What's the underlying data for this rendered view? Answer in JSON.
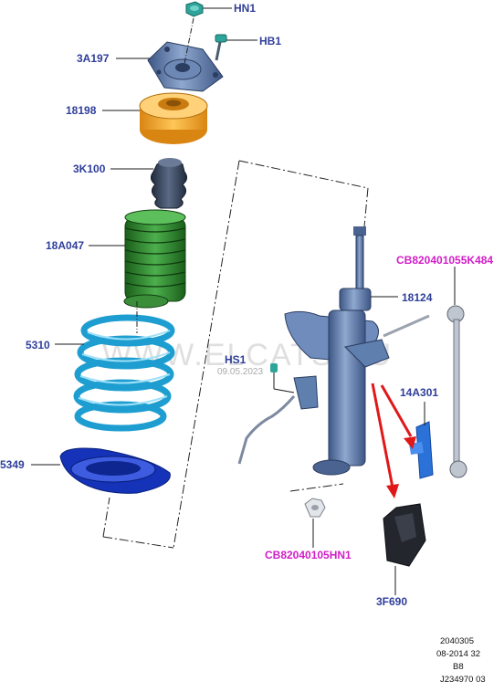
{
  "callouts": {
    "hn1": "HN1",
    "hb1": "HB1",
    "c3a197": "3A197",
    "c18198": "18198",
    "c3k100": "3K100",
    "c18a047": "18A047",
    "c5310": "5310",
    "c5349": "5349",
    "c18124": "18124",
    "cb_k484": "CB820401055K484",
    "hs1": "HS1",
    "c14a301": "14A301",
    "cb_hn1": "CB82040105HN1",
    "c3f690": "3F690"
  },
  "watermark": {
    "text": "WWW.ELCATS.RU",
    "date": "09.05.2023"
  },
  "footer": {
    "line1": "2040305",
    "line2": "08-2014 32",
    "line3": "B8",
    "line4": "J234970 03"
  },
  "colors": {
    "callout_text": "#2f3f9a",
    "part_number_text": "#d21ec8",
    "strut_steel": "#5f7fae",
    "spring": "#1e9ed0",
    "bump_stop_seat": "#f2a52a",
    "dust_boot": "#2e8b2e",
    "lower_seat": "#1433b8",
    "arrow": "#e01818"
  }
}
